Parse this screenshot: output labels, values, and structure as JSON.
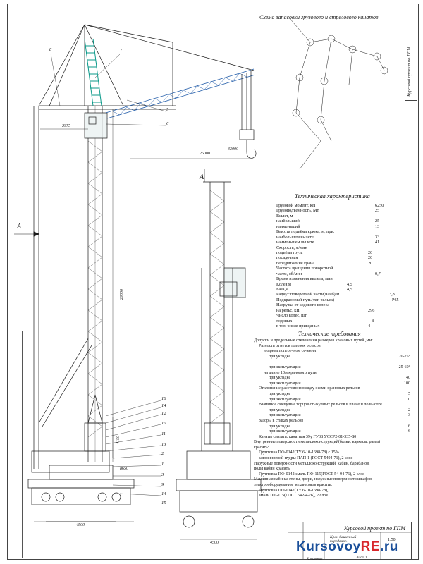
{
  "scheme_title": "Схема запасовки грузового и стрелового канатов",
  "side_label": "Курсовой проект по ГПМ",
  "specs_title": "Техническая характеристика",
  "specs": [
    {
      "label": "Грузовой момент, кН",
      "value": "6250"
    },
    {
      "label": "Грузоподъемность, Мт",
      "value": "25"
    },
    {
      "label": "Вылет, м",
      "value": ""
    },
    {
      "label": "    наибольший",
      "value": "25"
    },
    {
      "label": "    наименьший",
      "value": "13"
    },
    {
      "label": "Высота подъёма крюка, м, при:",
      "value": ""
    },
    {
      "label": "    наибольшем вылете",
      "value": "33"
    },
    {
      "label": "    наименьшем вылете",
      "value": "41"
    },
    {
      "label": "Скорость, м/мин",
      "value": ""
    },
    {
      "label": "    подъёма груза",
      "value": "20"
    },
    {
      "label": "    посадочная",
      "value": "20"
    },
    {
      "label": "    передвижения крана",
      "value": "20"
    },
    {
      "label": "Частота вращения поворотной",
      "value": ""
    },
    {
      "label": "  части, об/мин",
      "value": "0,7"
    },
    {
      "label": "Время изменения вылета, мин",
      "value": ""
    },
    {
      "label": "Колея,м",
      "value": "4,5"
    },
    {
      "label": "База,м",
      "value": "4,5"
    },
    {
      "label": "Радиус поворотной части(наиб),м",
      "value": "3,8"
    },
    {
      "label": "Подкрановый путь(тип рельса)",
      "value": "Р65"
    },
    {
      "label": "Нагрузка от ходового колеса",
      "value": ""
    },
    {
      "label": "  на рельс, кН",
      "value": "296"
    },
    {
      "label": "Число колёс, шт:",
      "value": ""
    },
    {
      "label": "    ходовых",
      "value": "8"
    },
    {
      "label": "    в том числе приводных",
      "value": "4"
    }
  ],
  "requirements_title": "Технические требования",
  "requirements": [
    {
      "label": "Допуски и предельные отклонения размеров крановых путей ,мм:",
      "value": "",
      "indent": 0
    },
    {
      "label": "Разность отметок головок рельсов:",
      "value": "",
      "indent": 1
    },
    {
      "label": "в одном поперечном сечении",
      "value": "",
      "indent": 2
    },
    {
      "label": "при укладке",
      "value": "20-25°",
      "indent": 3
    },
    {
      "label": "",
      "value": "",
      "indent": 0
    },
    {
      "label": "при эксплуатации",
      "value": "25-60°",
      "indent": 3
    },
    {
      "label": "на длине 10м кранового пути",
      "value": "",
      "indent": 2
    },
    {
      "label": "при укладке",
      "value": "40",
      "indent": 3
    },
    {
      "label": "при эксплуатации",
      "value": "100",
      "indent": 3
    },
    {
      "label": "Отклонение расстояния между осями крановых рельсов",
      "value": "",
      "indent": 1
    },
    {
      "label": "при укладке",
      "value": "5",
      "indent": 3
    },
    {
      "label": "при эксплуатации",
      "value": "10",
      "indent": 3
    },
    {
      "label": "Взаимное смещение торцов стыкуемых рельсов в плане и по высоте",
      "value": "",
      "indent": 1
    },
    {
      "label": "при укладке",
      "value": "2",
      "indent": 3
    },
    {
      "label": "при эксплуатации",
      "value": "3",
      "indent": 3
    },
    {
      "label": "Зазоры в стыках рельсов",
      "value": "",
      "indent": 1
    },
    {
      "label": "при укладке",
      "value": "6",
      "indent": 3
    },
    {
      "label": "при эксплуатации",
      "value": "6",
      "indent": 3
    },
    {
      "label": "Канаты смазать: канатная 39у ГУ38 УССР2-01-335-80",
      "value": "",
      "indent": 1
    },
    {
      "label": "Внутренние поверхности металлоконструкций(балки, каркасы, рамы)",
      "value": "",
      "indent": 0
    },
    {
      "label": "красить:",
      "value": "",
      "indent": 0
    },
    {
      "label": "Грунтовка ПФ-0142(ТУ 6-10-1698-78) с 15%",
      "value": "",
      "indent": 1
    },
    {
      "label": "алюминиевой пудры ПАП-1 (ГОСТ 5494-71), 2 слоя",
      "value": "",
      "indent": 1
    },
    {
      "label": "Наружные поверхности металлоконструкций, кабин, барабанов,",
      "value": "",
      "indent": 0
    },
    {
      "label": "полы кабин красить.",
      "value": "",
      "indent": 0
    },
    {
      "label": "Грунтовка ПФ-0142 эмаль ПФ-115(ГОСТ 54-94-76), 2 слоя",
      "value": "",
      "indent": 1
    },
    {
      "label": "Машинная кабина: стены, двери, наружные поверхности шкафов",
      "value": "",
      "indent": 0
    },
    {
      "label": "электрооборудования, механизмов красить.",
      "value": "",
      "indent": 0
    },
    {
      "label": "Грунтовка ПФ-0142(ТУ 6-10-1698-78),",
      "value": "",
      "indent": 1
    },
    {
      "label": "эмаль ПФ-115(ГОСТ 54-94-76), 2 слоя",
      "value": "",
      "indent": 1
    }
  ],
  "dimensions": {
    "d3975": "3975",
    "d25000": "25000",
    "d33000": "33000",
    "d29000": "29000",
    "d4150": "4150",
    "d8650": "8650",
    "d4500_left": "4500",
    "d4500_right": "4500"
  },
  "view_marks": {
    "a_left": "А",
    "a_right": "А"
  },
  "callouts": [
    "8",
    "7",
    "5",
    "6",
    "16",
    "14",
    "12",
    "10",
    "11",
    "13",
    "2",
    "1",
    "3",
    "9",
    "14",
    "15"
  ],
  "title_block": {
    "main": "Курсовой проект по ГПМ",
    "name": "Кран башенный передвиж.",
    "scale": "1:50",
    "sheet": "Лист 1",
    "copy": "Копировал"
  },
  "watermark": {
    "left": "Kursovoy",
    "right": "RE",
    "suffix": ".ru"
  },
  "colors": {
    "line": "#1b1b1b",
    "accent": "#0b9a8a",
    "blue": "#1f5aa8",
    "brand": "#1a4f9a",
    "brand_red": "#d8272b"
  }
}
